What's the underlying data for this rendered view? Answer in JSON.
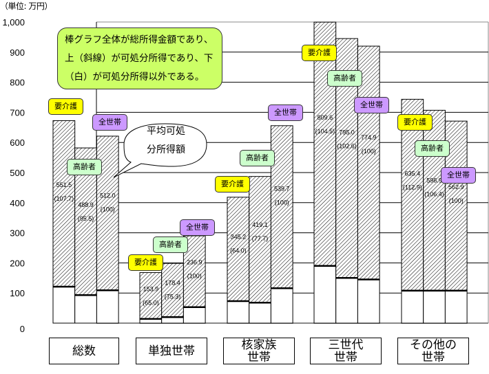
{
  "unit_label": "（単位: 万円）",
  "note": {
    "lines": [
      "棒グラフ全体が総所得金額であり、",
      "上（斜線）が可処分所得であり、下",
      "（白）が可処分所得以外である。"
    ]
  },
  "bubble": {
    "lines": [
      "平均可処",
      "分所得額"
    ]
  },
  "series_tags": {
    "care": "要介護",
    "elder": "高齢者",
    "all": "全世帯"
  },
  "colors": {
    "care": "#ffff00",
    "elder": "#ccffcc",
    "all": "#cc99ff",
    "note": "#ccff66"
  },
  "chart_data": {
    "type": "bar",
    "stacked": true,
    "title": "",
    "ylabel": "（単位: 万円）",
    "ylim": [
      0,
      1000
    ],
    "yticks": [
      "0",
      "100",
      "200",
      "300",
      "400",
      "500",
      "600",
      "700",
      "800",
      "900",
      "1,000"
    ],
    "grid": true,
    "categories": [
      "総数",
      "単独世帯",
      "核家族世帯",
      "三世代世帯",
      "その他の世帯"
    ],
    "category_display": [
      [
        "総数"
      ],
      [
        "単独世帯"
      ],
      [
        "核家族",
        "世帯"
      ],
      [
        "三世代",
        "世帯"
      ],
      [
        "その他の",
        "世帯"
      ]
    ],
    "bar_groups": [
      "要介護",
      "高齢者",
      "全世帯"
    ],
    "series": [
      {
        "name": "可処分所得以外（白）",
        "values": [
          [
            121,
            93,
            109
          ],
          [
            14,
            20,
            53
          ],
          [
            73,
            68,
            116
          ],
          [
            190,
            150,
            145
          ],
          [
            108,
            108,
            108
          ]
        ]
      },
      {
        "name": "可処分所得（斜線）",
        "values": [
          [
            551.5,
            488.9,
            512.0
          ],
          [
            153.9,
            178.4,
            236.9
          ],
          [
            345.2,
            419.1,
            539.7
          ],
          [
            809.6,
            795.0,
            774.9
          ],
          [
            635.4,
            598.9,
            562.9
          ]
        ]
      }
    ],
    "data_labels": [
      [
        [
          "551.5",
          "(107.7)"
        ],
        [
          "488.9",
          "(95.5)"
        ],
        [
          "512.0",
          "(100)"
        ]
      ],
      [
        [
          "153.9",
          "(65.0)"
        ],
        [
          "178.4",
          "(75.3)"
        ],
        [
          "236.9",
          "(100)"
        ]
      ],
      [
        [
          "345.2",
          "(64.0)"
        ],
        [
          "419.1",
          "(77.7)"
        ],
        [
          "539.7",
          "(100)"
        ]
      ],
      [
        [
          "809.6",
          "(104.5)"
        ],
        [
          "795.0",
          "(102.6)"
        ],
        [
          "774.9",
          "(100)"
        ]
      ],
      [
        [
          "635.4",
          "(112.9)"
        ],
        [
          "598.9",
          "(106.4)"
        ],
        [
          "562.9",
          "(100)"
        ]
      ]
    ]
  }
}
